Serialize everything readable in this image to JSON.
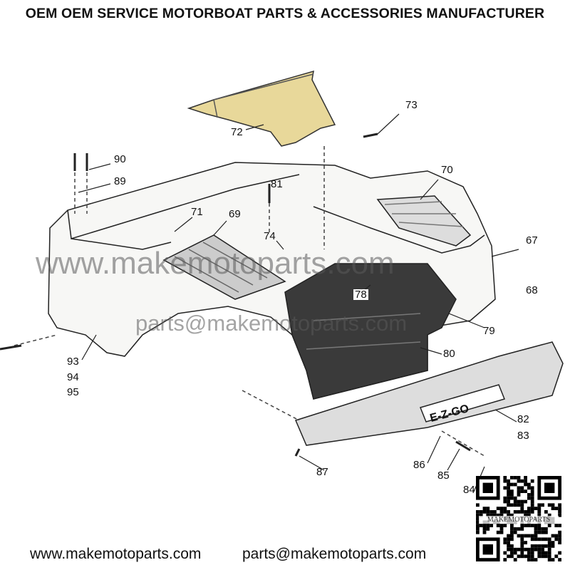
{
  "title": "OEM OEM SERVICE MOTORBOAT PARTS & ACCESSORIES MANUFACTURER",
  "watermarks": {
    "website": "www.makemotoparts.com",
    "email": "parts@makemotoparts.com"
  },
  "part_labels": {
    "p72": "72",
    "p73": "73",
    "p90": "90",
    "p89": "89",
    "p81": "81",
    "p70": "70",
    "p71": "71",
    "p69": "69",
    "p74": "74",
    "p67": "67",
    "p68": "68",
    "p78": "78",
    "p79": "79",
    "p80": "80",
    "p93": "93",
    "p94": "94",
    "p95": "95",
    "p82": "82",
    "p83": "83",
    "p86": "86",
    "p85": "85",
    "p87": "87",
    "p84": "84"
  },
  "bumper_logo": "E-Z-GO",
  "qr_label": "MAKEMOTOPARTS",
  "footer": {
    "website": "www.makemotoparts.com",
    "email": "parts@makemotoparts.com"
  },
  "colors": {
    "highlight_part": "#e8d89a",
    "line": "#222222",
    "watermark": "#8a8a8a"
  }
}
